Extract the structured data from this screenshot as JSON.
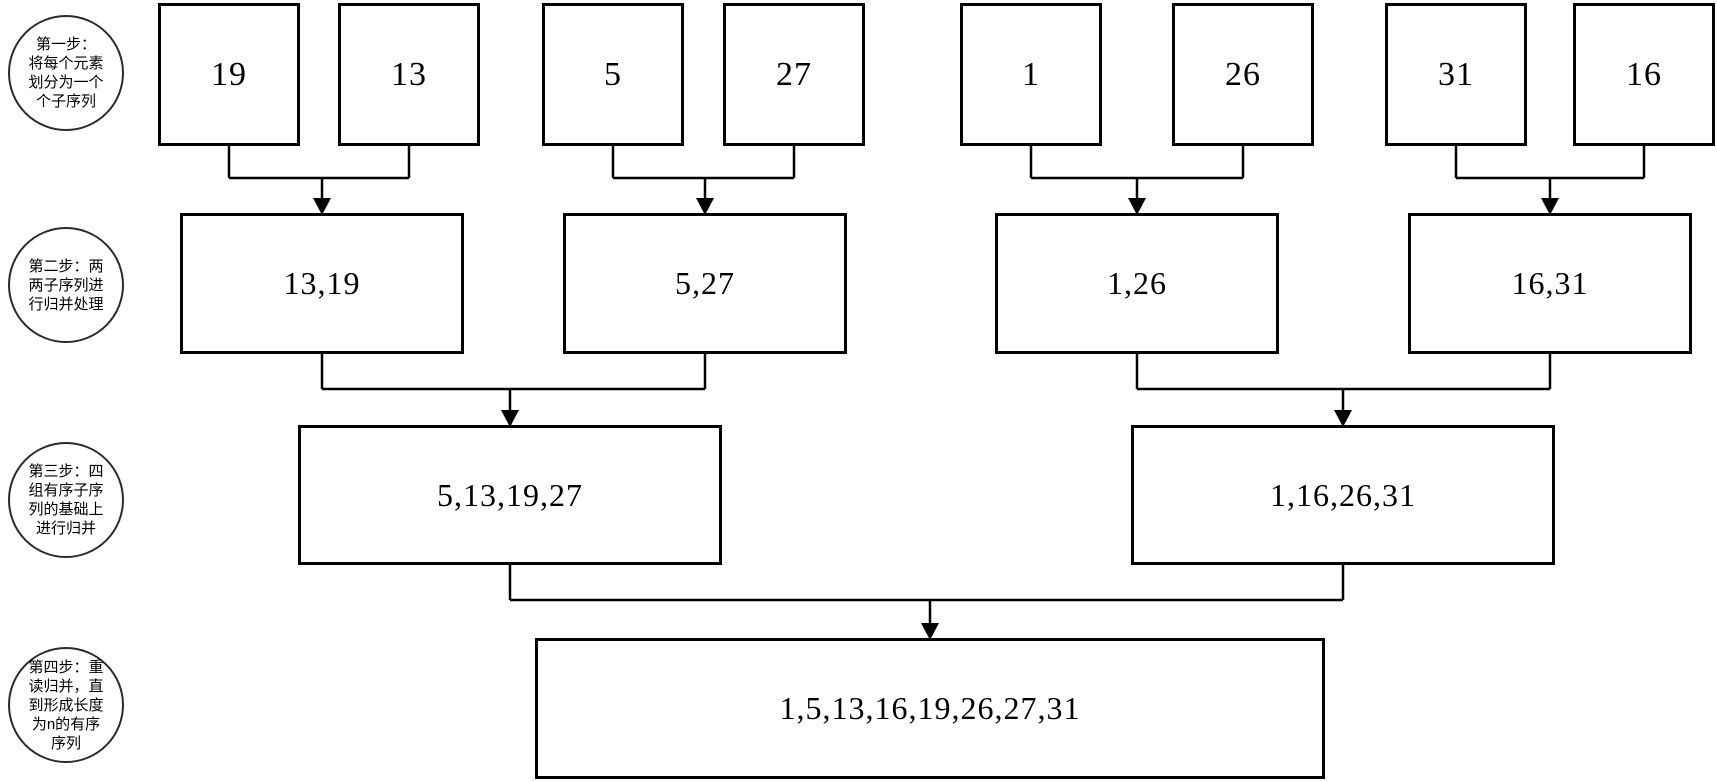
{
  "diagram": {
    "description_domain": "merge-sort-steps-flowchart",
    "steps": [
      {
        "label": "第一步：\n将每个元素\n划分为一个\n个子序列"
      },
      {
        "label": "第二步：两\n两子序列进\n行归并处理"
      },
      {
        "label": "第三步：四\n组有序子序\n列的基础上\n进行归并"
      },
      {
        "label": "第四步：重\n读归并，直\n到形成长度\n为n的有序\n序列"
      }
    ],
    "rows": [
      {
        "name": "row-1-single-elements",
        "nodes": [
          {
            "label": "19"
          },
          {
            "label": "13"
          },
          {
            "label": "5"
          },
          {
            "label": "27"
          },
          {
            "label": "1"
          },
          {
            "label": "26"
          },
          {
            "label": "31"
          },
          {
            "label": "16"
          }
        ]
      },
      {
        "name": "row-2-merged-pairs",
        "nodes": [
          {
            "label": "13,19"
          },
          {
            "label": "5,27"
          },
          {
            "label": "1,26"
          },
          {
            "label": "16,31"
          }
        ]
      },
      {
        "name": "row-3-merged-quads",
        "nodes": [
          {
            "label": "5,13,19,27"
          },
          {
            "label": "1,16,26,31"
          }
        ]
      },
      {
        "name": "row-4-final-sorted",
        "nodes": [
          {
            "label": "1,5,13,16,19,26,27,31"
          }
        ]
      }
    ],
    "colors": {
      "line": "#000000",
      "box_fill": "#ffffff",
      "background": "#ffffff"
    }
  }
}
